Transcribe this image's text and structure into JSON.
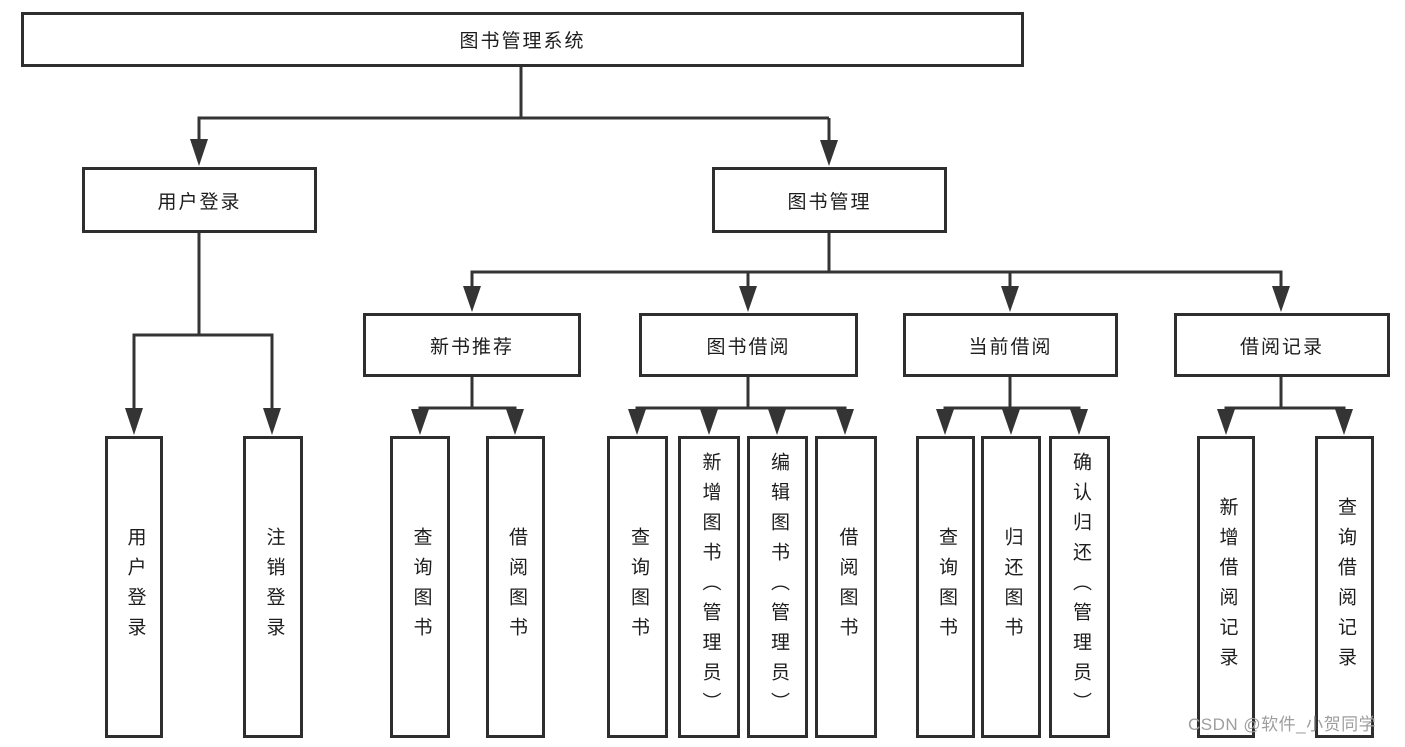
{
  "tree": {
    "label": "图书管理系统",
    "children": [
      {
        "label": "用户登录",
        "children": [
          {
            "label": "用户登录"
          },
          {
            "label": "注销登录"
          }
        ]
      },
      {
        "label": "图书管理",
        "children": [
          {
            "label": "新书推荐",
            "children": [
              {
                "label": "查询图书"
              },
              {
                "label": "借阅图书"
              }
            ]
          },
          {
            "label": "图书借阅",
            "children": [
              {
                "label": "查询图书"
              },
              {
                "label": "新增图书（管理员）"
              },
              {
                "label": "编辑图书（管理员）"
              },
              {
                "label": "借阅图书"
              }
            ]
          },
          {
            "label": "当前借阅",
            "children": [
              {
                "label": "查询图书"
              },
              {
                "label": "归还图书"
              },
              {
                "label": "确认归还（管理员）"
              }
            ]
          },
          {
            "label": "借阅记录",
            "children": [
              {
                "label": "新增借阅记录"
              },
              {
                "label": "查询借阅记录"
              }
            ]
          }
        ]
      }
    ]
  },
  "watermark": "CSDN @软件_小贺同学",
  "colors": {
    "background": "#ffffff",
    "line": "#343434",
    "box_border": "#2e2e2e",
    "text": "#1d1d1d",
    "watermark": "#9e9e9e"
  }
}
